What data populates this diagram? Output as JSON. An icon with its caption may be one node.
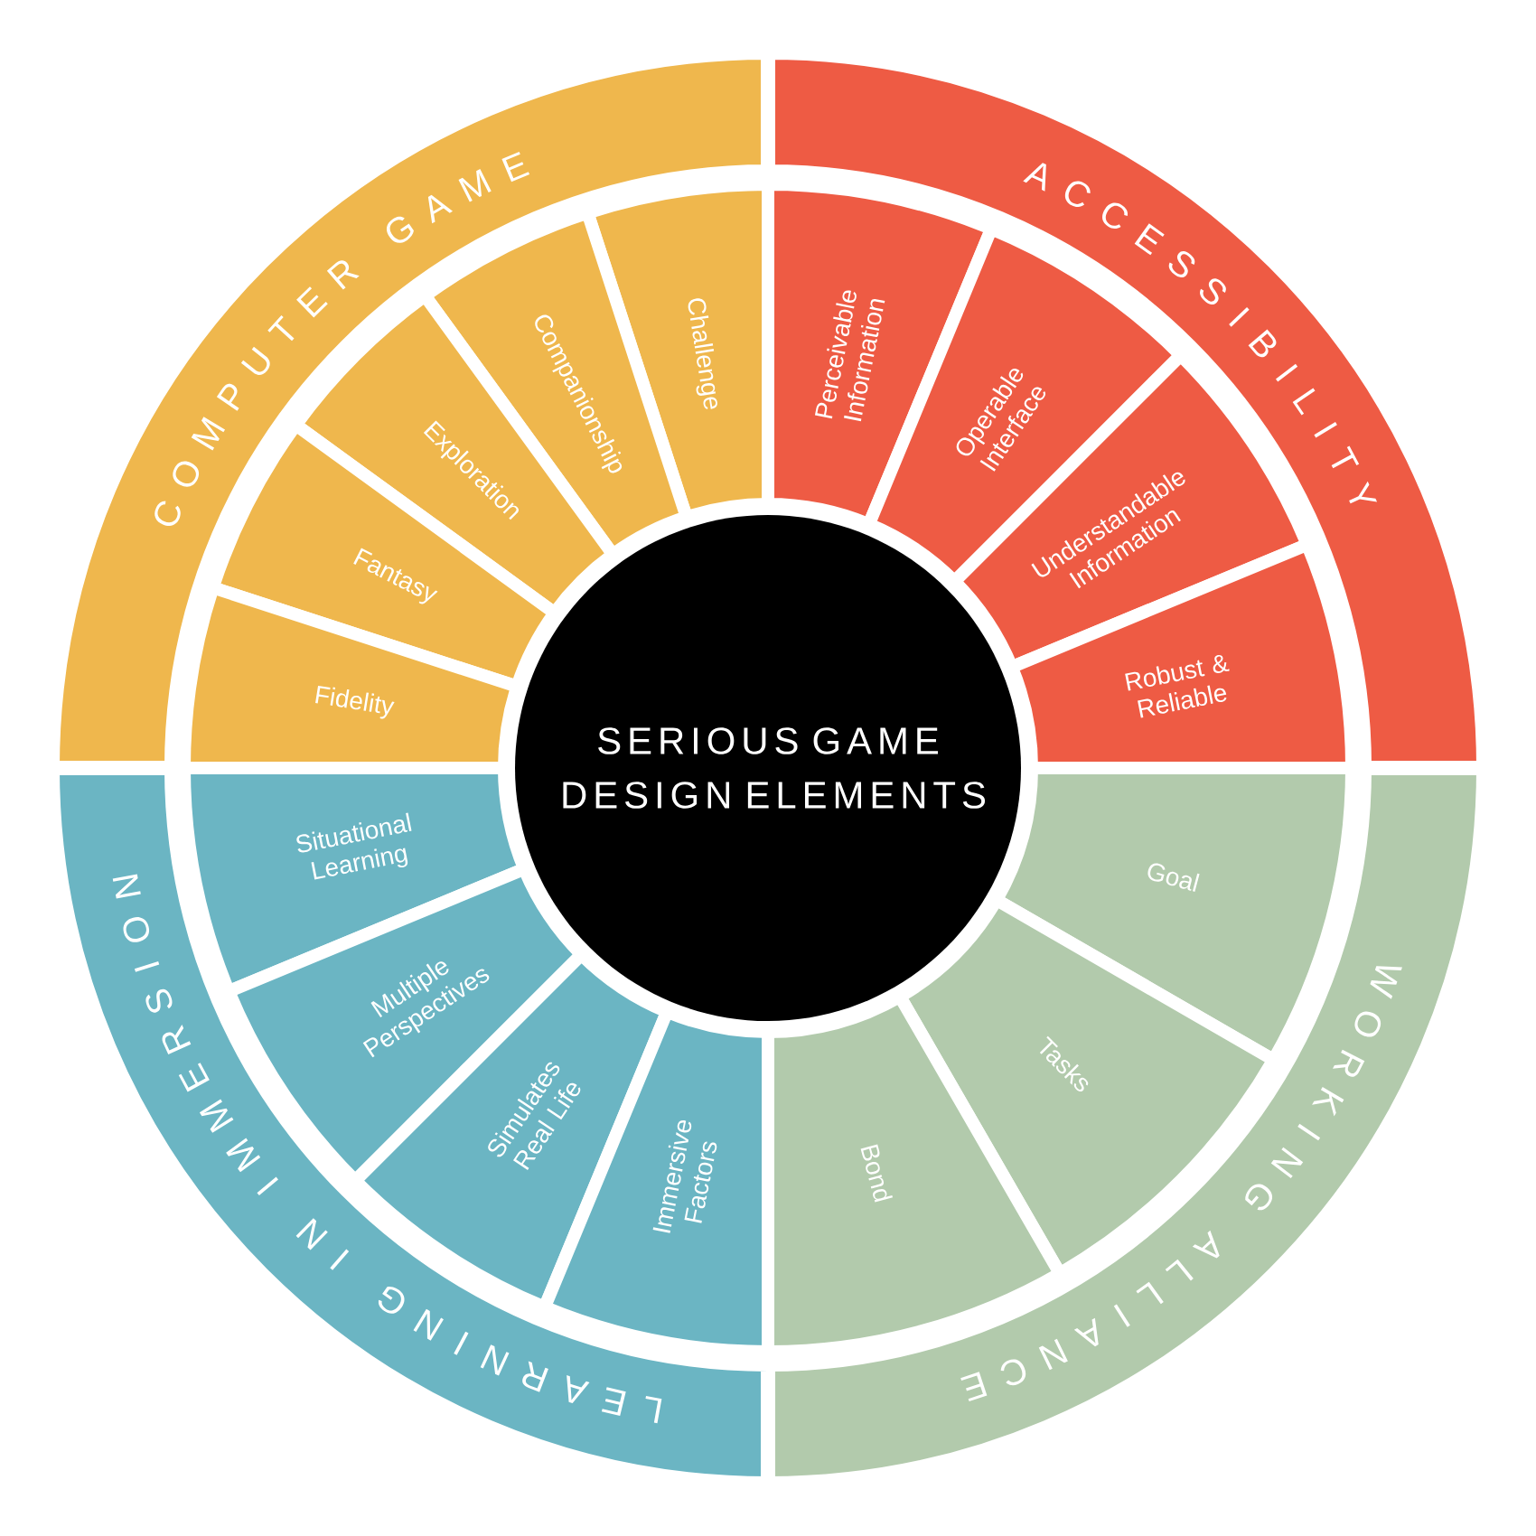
{
  "diagram": {
    "nodes": [
      {
        "text": [
          "SERIOUS GAME DESIGN ELEMENTS"
        ]
      },
      {
        "text": [
          "COMPUTER GAME"
        ]
      },
      {
        "text": [
          "Challenge"
        ]
      },
      {
        "text": [
          "Companionship"
        ]
      },
      {
        "text": [
          "Exploration"
        ]
      },
      {
        "text": [
          "Fantasy"
        ]
      },
      {
        "text": [
          "Fidelity"
        ]
      },
      {
        "text": [
          "ACCESSIBILITY"
        ]
      },
      {
        "text": [
          "Perceivable Information"
        ]
      },
      {
        "text": [
          "Operable Interface"
        ]
      },
      {
        "text": [
          "Understandable Information"
        ]
      },
      {
        "text": [
          "Robust & Reliable"
        ]
      },
      {
        "text": [
          "WORKING ALLIANCE"
        ]
      },
      {
        "text": [
          "Goal"
        ]
      },
      {
        "text": [
          "Tasks"
        ]
      },
      {
        "text": [
          "Bond"
        ]
      },
      {
        "text": [
          "LEARNING IN IMMERSION"
        ]
      },
      {
        "text": [
          "Situational Learning"
        ]
      },
      {
        "text": [
          "Multiple Perspectives"
        ]
      },
      {
        "text": [
          "Simulates Real Life"
        ]
      },
      {
        "text": [
          "Immersive Factors"
        ]
      }
    ]
  }
}
